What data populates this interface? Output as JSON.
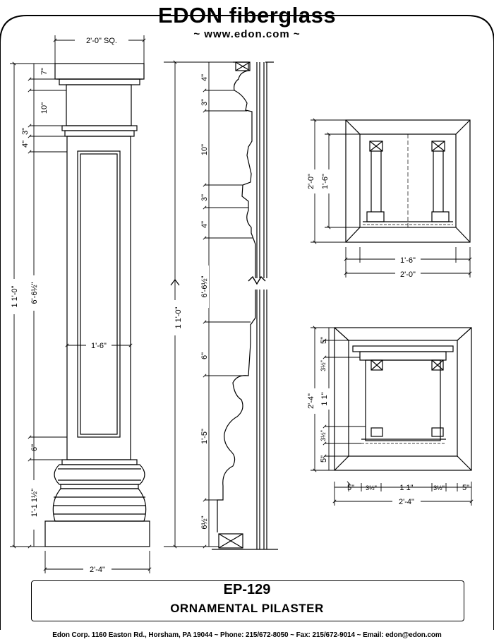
{
  "header": {
    "brand": "EDON fiberglass",
    "website": "~ www.edon.com ~"
  },
  "front_elevation": {
    "top_width": "2'-0\" SQ.",
    "cap_height": "7\"",
    "frieze_height": "10\"",
    "ring_a": "4\"",
    "ring_b": "3\"",
    "overall_height": "1 1'-0\"",
    "shaft_height": "6'-6½\"",
    "panel_width": "1'-6\"",
    "base_upper": "6\"",
    "base_height": "1'-1 1½\"",
    "base_width": "2'-4\""
  },
  "side_section": {
    "d1": "4\"",
    "d2": "3\"",
    "d3": "10\"",
    "d4": "3\"",
    "d5": "4\"",
    "d6": "6'-6½\"",
    "overall": "1 1'-0\"",
    "d7": "6\"",
    "d8": "1'-5\"",
    "d9": "6½\""
  },
  "capital_plan": {
    "outer": "2'-0\"",
    "inner": "1'-6\"",
    "bottom_inner": "1'-6\"",
    "bottom_outer": "2'-0\""
  },
  "base_plan": {
    "v_top": "5\"",
    "v_a": "3½\"",
    "v_total": "2'-4\"",
    "v_mid": "1 1\"",
    "v_b": "3½\"",
    "v_bottom": "5\"",
    "h_a": "5\"",
    "h_b": "3½\"",
    "h_c": "1 1\"",
    "h_d": "3½\"",
    "h_e": "5\"",
    "h_total": "2'-4\""
  },
  "title_block": {
    "code": "EP-129",
    "name": "ORNAMENTAL PILASTER"
  },
  "footer": {
    "contact": "Edon Corp. 1160 Easton Rd.,  Horsham, PA 19044 ~ Phone: 215/672-8050 ~ Fax:  215/672-9014 ~ Email: edon@edon.com"
  }
}
